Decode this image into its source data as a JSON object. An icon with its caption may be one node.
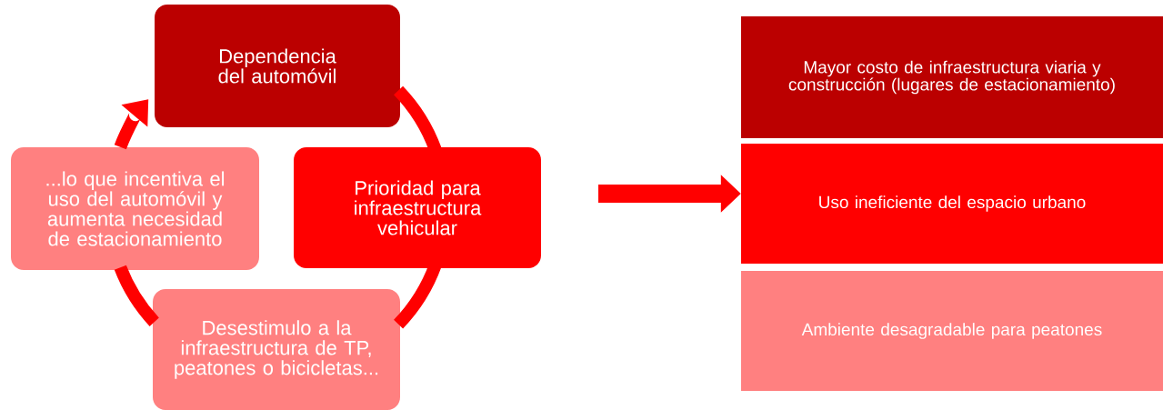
{
  "diagram": {
    "nodes": [
      {
        "text": [
          "Dependencia del automóvil"
        ]
      },
      {
        "text": [
          "Prioridad para infraestructura vehicular"
        ]
      },
      {
        "text": [
          "Desestimulo a la infraestructura de TP, peatones o bicicletas..."
        ]
      },
      {
        "text": [
          "...lo que incentiva el uso del automóvil y aumenta necesidad de estacionamiento"
        ]
      },
      {
        "text": [
          "Mayor costo de infraestructura viaria y construcción (lugares de estacionamiento)"
        ]
      },
      {
        "text": [
          "Uso ineficiente del espacio urbano"
        ]
      },
      {
        "text": [
          "Ambiente desagradable para peatones"
        ]
      }
    ],
    "edges": [
      {
        "from": 0,
        "to": 1,
        "arrow": "none"
      },
      {
        "from": 1,
        "to": 2,
        "arrow": "none"
      },
      {
        "from": 2,
        "to": 3,
        "arrow": "none"
      },
      {
        "from": 3,
        "to": 0,
        "arrow": "to"
      },
      {
        "from": null,
        "to": 5,
        "arrow": "to"
      }
    ]
  }
}
